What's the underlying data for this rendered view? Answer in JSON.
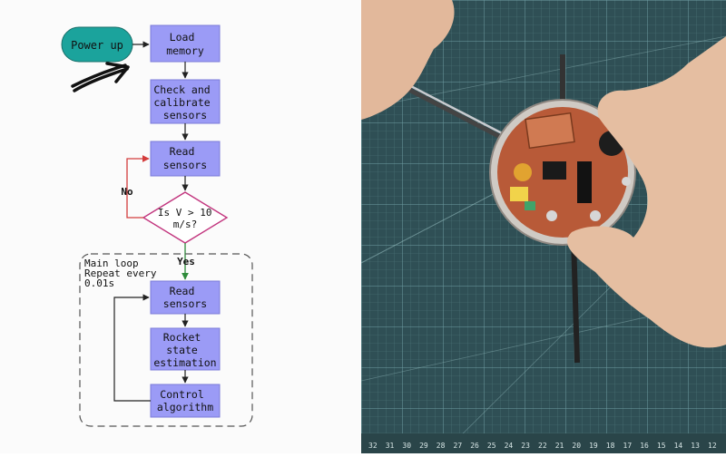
{
  "flowchart": {
    "start": "Power up",
    "steps": {
      "load_memory": [
        "Load",
        "memory"
      ],
      "check_calibrate": [
        "Check and",
        "calibrate",
        "sensors"
      ],
      "read_sensors_1": [
        "Read",
        "sensors"
      ],
      "decision": [
        "Is V > 10",
        "m/s?"
      ],
      "read_sensors_2": [
        "Read",
        "sensors"
      ],
      "state_estimation": [
        "Rocket",
        "state",
        "estimation"
      ],
      "control": [
        "Control",
        "algorithm"
      ]
    },
    "no_label": "No",
    "yes_label": "Yes",
    "loop_label": [
      "Main loop",
      "Repeat every",
      "0.01s"
    ]
  },
  "colors": {
    "start_fill": "#1ba39c",
    "process_fill": "#9b9bf6",
    "decision_stroke": "#c2357e",
    "no_arrow": "#d33c3c",
    "yes_arrow": "#2e8b3a",
    "cutting_mat": "#2f4f55",
    "grid_line": "#5f8c90"
  },
  "ruler_numbers": [
    "32",
    "31",
    "30",
    "29",
    "28",
    "27",
    "26",
    "25",
    "24",
    "23",
    "22",
    "21",
    "20",
    "19",
    "18",
    "17",
    "16",
    "15",
    "14",
    "13",
    "12"
  ]
}
